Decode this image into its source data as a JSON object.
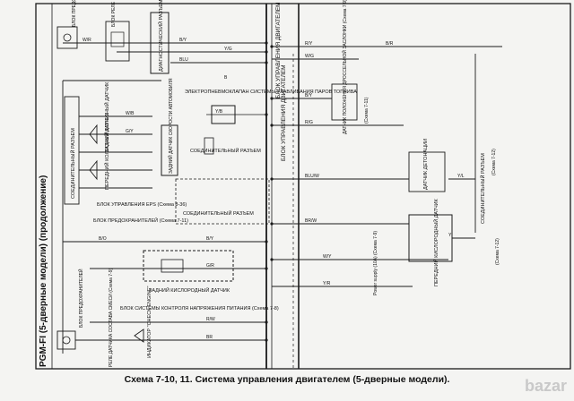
{
  "side_title": "PGM-FI (5-дверные модели) (продолжение)",
  "caption": "Схема 7-10, 11. Система управления двигателем (5-дверные модели).",
  "watermark": "bazar",
  "blocks": {
    "fuse_top": "БЛОК ПРЕДОХРАНИТЕЛЕЙ",
    "relay_block_top": "БЛОК РЕЛЕ",
    "diag_connector": "ДИАГНОСТИЧЕСКИЙ РАЗЪЕМ",
    "ecu_top": "БЛОК УПРАВЛЕНИЯ ДВИГАТЕЛЕМ",
    "ecu_mid": "БЛОК УПРАВЛЕНИЯ ДВИГАТЕЛЕМ",
    "evap_valve": "ЭЛЕКТРОПНЕВМОКЛАПАН СИСТЕМЫ УЛАВЛИВАНИЯ ПАРОВ ТОПЛИВА",
    "connector_left": "СОЕДИНИТЕЛЬНЫЙ РАЗЪЕМ",
    "connector_mid": "СОЕДИНИТЕЛЬНЫЙ РАЗЪЕМ",
    "connector_low": "СОЕДИНИТЕЛЬНЫЙ РАЗЪЕМ",
    "connector_right": "СОЕДИНИТЕЛЬНЫЙ РАЗЪЕМ",
    "rear_sensor_sub": "ЗАДНИЙ ДАТЧИК СКОРОСТИ АВТОМОБИЛЯ",
    "rear_wheel_sensor": "ЗАДНИЙ КОЛЕСНЫЙ ДАТЧИК",
    "front_wheel_sensor": "ПЕРЕДНИЙ КОЛЕСНЫЙ ДАТЧИК",
    "eps_block": "БЛОК УПРАВЛЕНИЯ EPS (Схема 8-36)",
    "fuse_mid": "БЛОК ПРЕДОХРАНИТЕЛЕЙ (Схема 7-11)",
    "rear_o2": "ЗАДНИЙ КИСЛОРОДНЫЙ ДАТЧИК",
    "voltage_block": "БЛОК СИСТЕМЫ КОНТРОЛЯ НАПРЯЖЕНИЯ ПИТАНИЯ (Схема 7-8)",
    "check_engine": "ИНДИКАТОР \"CHECK ENGINE\"",
    "relay_mix": "РЕЛЕ ДАТЧИКА СОСТАВА СМЕСИ (Схема 7-9)",
    "fuse_low": "БЛОК ПРЕДОХРАНИТЕЛЕЙ",
    "throttle_sensor": "ДАТЧИК ПОЛОЖЕНИЯ ДРОССЕЛЬНОЙ ЗАСЛОНКИ (Схема 7-9)",
    "knock_sensor": "ДАТЧИК ДЕТОНАЦИИ",
    "front_o2": "ПЕРЕДНИЙ КИСЛОРОДНЫЙ ДАТЧИК",
    "power_supply": "Power supply (10A) (Схема 7-9)"
  },
  "schema_refs": [
    "(Схема 7-12)",
    "(Схема 7-12)",
    "(Схема 7-11)"
  ],
  "wire_codes": [
    "W/R",
    "B/Y",
    "Y/G",
    "BLU",
    "B",
    "R/Y",
    "W/G",
    "B/R",
    "Y/B",
    "W/B",
    "G/Y",
    "B/Y",
    "R/G",
    "B/O",
    "Y/L",
    "BLU/W",
    "BR/W",
    "Y",
    "B/Y",
    "G/R",
    "W/Y",
    "Y/R",
    "R/W",
    "BR"
  ],
  "colors": {
    "line": "#1a1a1a",
    "bg": "#f4f4f2",
    "text": "#111111"
  }
}
